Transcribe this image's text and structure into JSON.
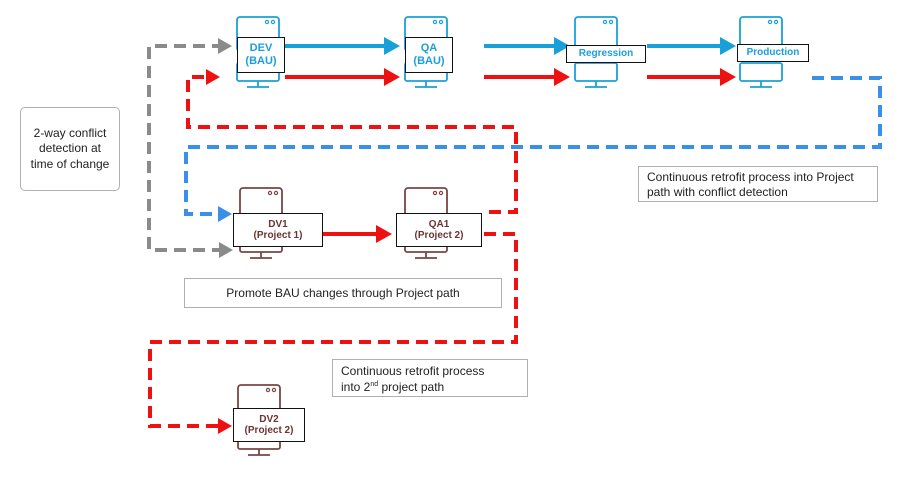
{
  "servers": {
    "dev": {
      "line1": "DEV",
      "line2": "(BAU)"
    },
    "qa": {
      "line1": "QA",
      "line2": "(BAU)"
    },
    "regression": {
      "line1": "Regression"
    },
    "production": {
      "line1": "Production"
    },
    "dv1": {
      "line1": "DV1",
      "line2": "(Project 1)"
    },
    "qa1": {
      "line1": "QA1",
      "line2": "(Project 2)"
    },
    "dv2": {
      "line1": "DV2",
      "line2": "(Project 2)"
    }
  },
  "notes": {
    "conflict_detection": "2-way conflict detection at time of change",
    "promote_bau": "Promote BAU changes through Project path",
    "retrofit_project": "Continuous retrofit process into Project path with conflict detection",
    "retrofit_second_line1": "Continuous retrofit process",
    "retrofit_second_prefix": "into 2",
    "retrofit_second_sup": "nd",
    "retrofit_second_suffix": " project path"
  },
  "colors": {
    "bau_blue": "#1aa0d8",
    "red": "#ee1111",
    "dashed_blue": "#3a8fe8",
    "gray": "#8a8a8a",
    "project_brown": "#7a4545"
  }
}
